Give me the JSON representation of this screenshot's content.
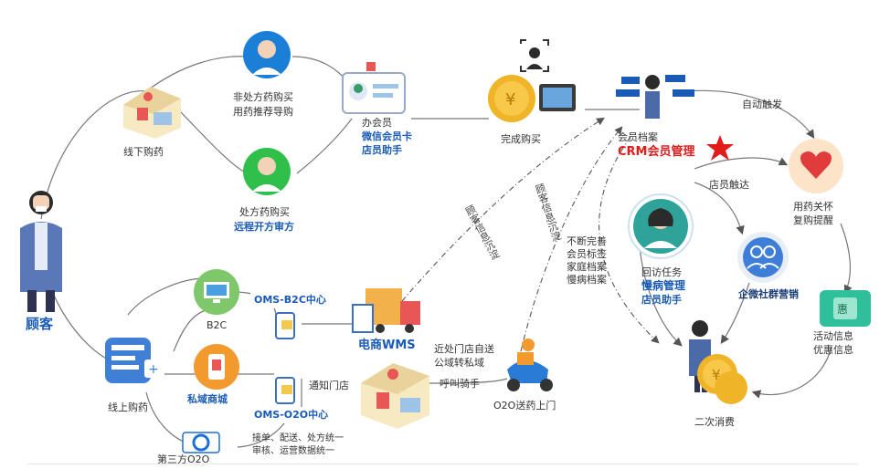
{
  "customer": {
    "label": "顾客"
  },
  "offline": {
    "label": "线下购药",
    "non_rx_line1": "非处方药购买",
    "non_rx_line2": "用药推荐导购",
    "rx_line1": "处方药购买",
    "rx_line2": "远程开方审方"
  },
  "membership": {
    "label": "办会员",
    "line1": "微信会员卡",
    "line2": "店员助手"
  },
  "purchase": {
    "label": "完成购买"
  },
  "crm": {
    "line1": "会员档案",
    "line2": "CRM会员管理"
  },
  "auto_trigger": "自动触发",
  "care": {
    "line1": "用药关怀",
    "line2": "复购提醒"
  },
  "staff_reach": "店员触达",
  "profile": {
    "line1": "不断完善",
    "line2": "会员标签",
    "line3": "家庭档案",
    "line4": "慢病档案"
  },
  "chronic": {
    "line1": "回访任务",
    "line2": "慢病管理",
    "line3": "店员助手"
  },
  "wecom": "企微社群营销",
  "promo": {
    "line1": "活动信息",
    "line2": "优惠信息"
  },
  "second_purchase": "二次消费",
  "flow_label_1": "顾客信息沉淀",
  "flow_label_2": "顾客信息沉淀",
  "online": {
    "label": "线上购药",
    "b2c": "B2C",
    "private": "私域商城",
    "third_party": "第三方O2O",
    "b2c_center": "OMS-B2C中心",
    "o2o_center": "OMS-O2O中心",
    "notice": "通知门店",
    "ops_line1": "接单、配送、处方统一",
    "ops_line2": "审核、运营数据统一"
  },
  "wms": {
    "label": "电商WMS"
  },
  "nearby": {
    "line1": "近处门店自送",
    "line2": "公域转私域",
    "line3": "呼叫骑手"
  },
  "o2o_delivery": "O2O送药上门",
  "colors": {
    "accent_blue": "#1a5bb5",
    "crm_red": "#e21b1b",
    "line_gray": "#666666",
    "green": "#2fbf4a",
    "orange": "#f29a2e"
  }
}
